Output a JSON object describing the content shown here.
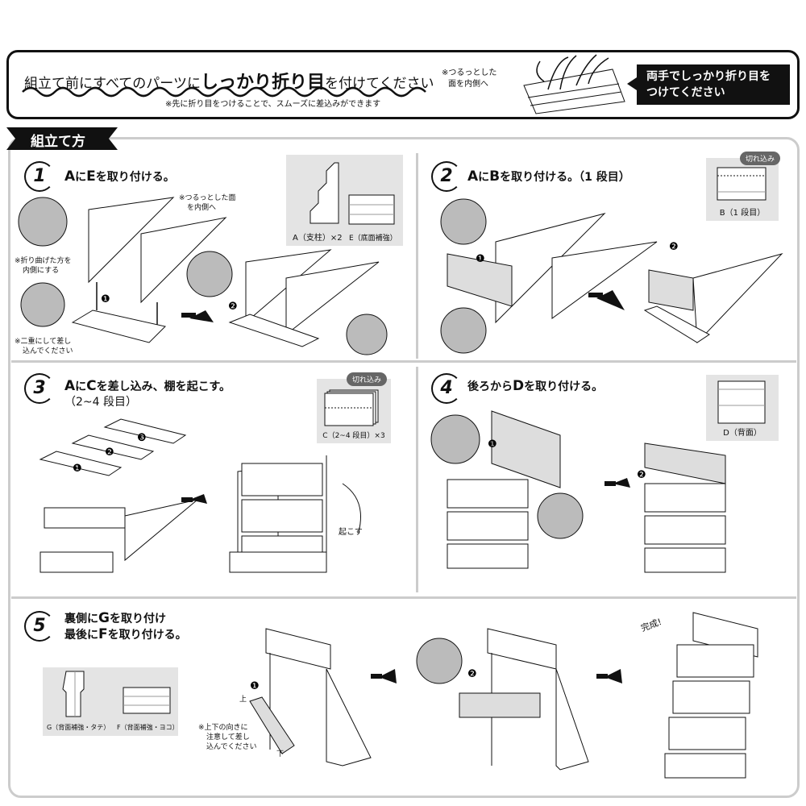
{
  "header": {
    "main_pre": "組立て前にすべてのパーツに",
    "main_bold": "しっかり折り目",
    "main_post": "を付けてください",
    "note": "※先に折り目をつけることで、スムーズに差込みができます",
    "side_note_1": "※つるっとした",
    "side_note_2": "面を内側へ",
    "callout_1": "両手でしっかり折り目を",
    "callout_2": "つけてください"
  },
  "section_title": "組立て方",
  "steps": [
    {
      "num": "1",
      "title_parts": [
        "A",
        "に",
        "E",
        "を取り付ける。"
      ],
      "notes": [
        "※つるっとした面",
        "を内側へ",
        "※折り曲げた方を",
        "内側にする",
        "※二重にして差し",
        "込んでください"
      ],
      "parts": [
        "A（支柱）×2",
        "E（底面補強）"
      ],
      "markers": [
        "❶",
        "❷"
      ]
    },
    {
      "num": "2",
      "title_parts": [
        "A",
        "に",
        "B",
        "を取り付ける。（1 段目）"
      ],
      "parts": [
        "B（1 段目）"
      ],
      "bubble": "切れ込み",
      "markers": [
        "❶",
        "❷"
      ]
    },
    {
      "num": "3",
      "title_parts": [
        "A",
        "に",
        "C",
        "を差し込み、棚を起こす。"
      ],
      "subtitle": "（2~4 段目）",
      "parts": [
        "C（2~4 段目）×3"
      ],
      "bubble": "切れ込み",
      "markers": [
        "❶",
        "❷",
        "❸"
      ],
      "action": "起こす"
    },
    {
      "num": "4",
      "title_parts": [
        "後ろから",
        "D",
        "を取り付ける。"
      ],
      "parts": [
        "D（背面）"
      ],
      "markers": [
        "❶",
        "❷"
      ]
    },
    {
      "num": "5",
      "title_line1": [
        "裏側に",
        "G",
        "を取り付け"
      ],
      "title_line2": [
        "最後に",
        "F",
        "を取り付ける。"
      ],
      "parts": [
        "G（背面補強・タテ）",
        "F（背面補強・ヨコ）"
      ],
      "notes": [
        "※上下の向きに",
        "注意して差し",
        "込んでください"
      ],
      "top": "上",
      "bottom": "下",
      "markers": [
        "❶",
        "❷"
      ],
      "done": "完成!"
    }
  ]
}
